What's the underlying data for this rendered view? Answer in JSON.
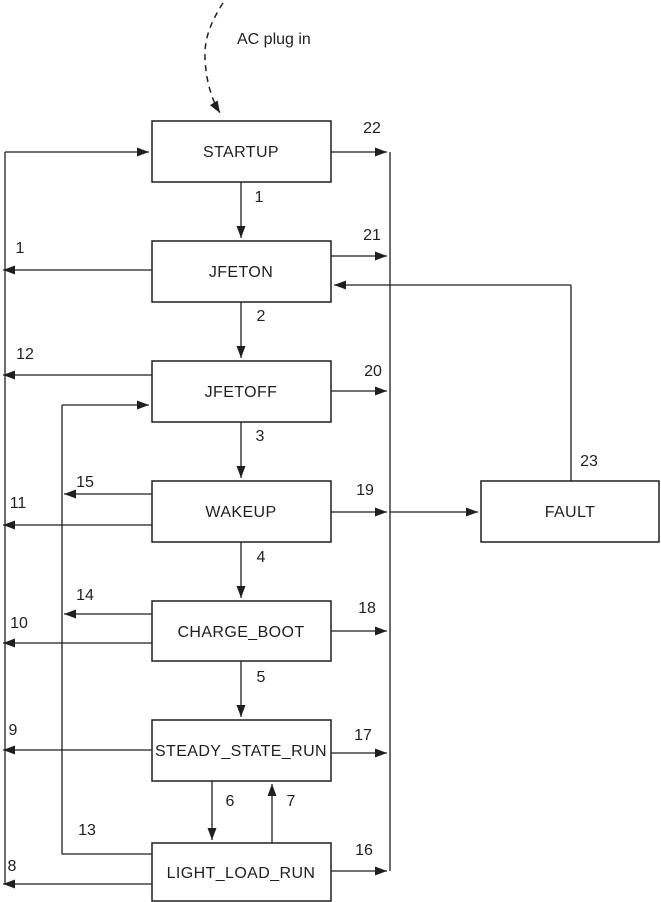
{
  "annotation": {
    "label": "AC plug in"
  },
  "states": {
    "startup": "STARTUP",
    "jfeton": "JFETON",
    "jfetoff": "JFETOFF",
    "wakeup": "WAKEUP",
    "charge_boot": "CHARGE_BOOT",
    "steady_state_run": "STEADY_STATE_RUN",
    "light_load_run": "LIGHT_LOAD_RUN",
    "fault": "FAULT"
  },
  "transitions": {
    "t1": "1",
    "t1_return": "1",
    "t2": "2",
    "t3": "3",
    "t4": "4",
    "t5": "5",
    "t6": "6",
    "t7": "7",
    "t8": "8",
    "t9": "9",
    "t10": "10",
    "t11": "11",
    "t12": "12",
    "t13": "13",
    "t14": "14",
    "t15": "15",
    "t16": "16",
    "t17": "17",
    "t18": "18",
    "t19": "19",
    "t20": "20",
    "t21": "21",
    "t22": "22",
    "t23": "23"
  },
  "colors": {
    "line": "#1f1f1f",
    "background": "#ffffff"
  }
}
